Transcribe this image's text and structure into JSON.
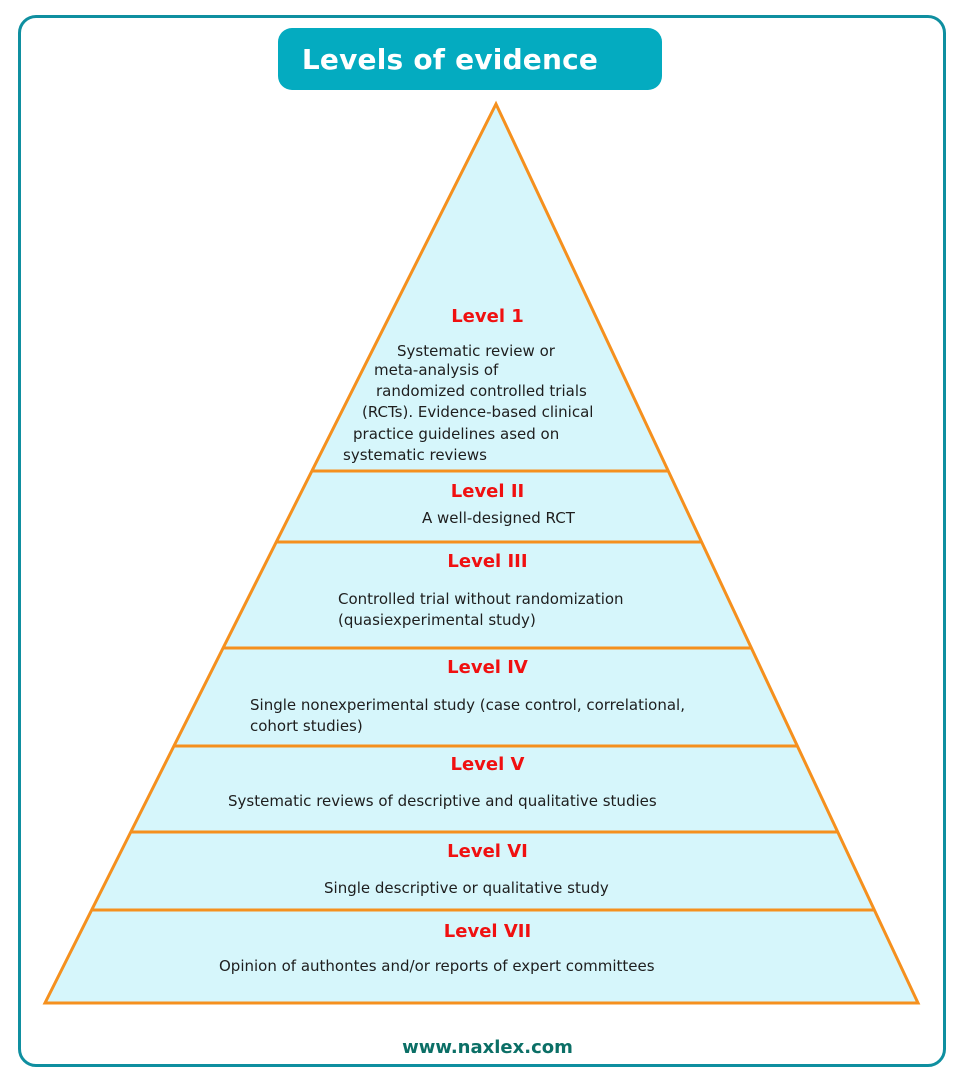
{
  "title": "Levels of evidence",
  "colors": {
    "frame": "#0f8fa0",
    "title_bg": "#04abc0",
    "pyramid_fill": "#d6f6fb",
    "pyramid_stroke": "#f5901e",
    "level_title": "#f01010",
    "footer_text": "#0b6f66"
  },
  "levels": [
    {
      "title": "Level 1",
      "description_lines": [
        "Systematic review or",
        "meta-analysis of",
        "randomized controlled trials",
        "(RCTs). Evidence-based clinical",
        "practice guidelines ased on",
        "systematic reviews"
      ]
    },
    {
      "title": "Level II",
      "description_lines": [
        "A well-designed RCT"
      ]
    },
    {
      "title": "Level III",
      "description_lines": [
        "Controlled trial without randomization",
        "(quasiexperimental study)"
      ]
    },
    {
      "title": "Level IV",
      "description_lines": [
        "Single nonexperimental study (case control, correlational,",
        "cohort studies)"
      ]
    },
    {
      "title": "Level V",
      "description_lines": [
        "Systematic reviews of descriptive and qualitative studies"
      ]
    },
    {
      "title": "Level VI",
      "description_lines": [
        "Single descriptive or qualitative study"
      ]
    },
    {
      "title": "Level VII",
      "description_lines": [
        "Opinion of authontes and/or reports of expert committees"
      ]
    }
  ],
  "footer": "www.naxlex.com"
}
